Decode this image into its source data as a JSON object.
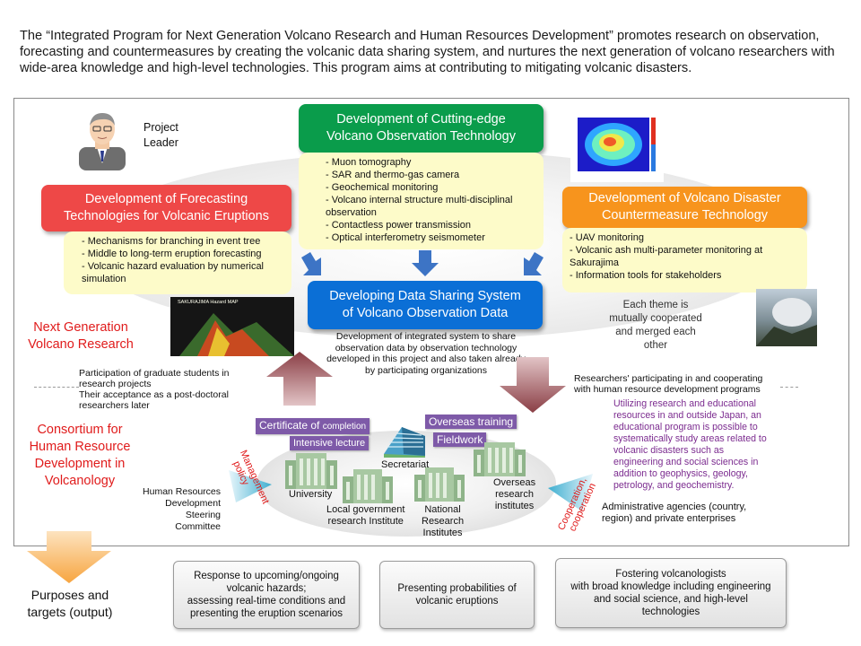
{
  "intro": "The “Integrated Program for Next Generation Volcano Research and Human Resources Development” promotes research on observation, forecasting and countermeasures by creating the volcanic data sharing system, and nurtures the next generation of volcano researchers with wide-area knowledge and high-level technologies. This program aims at contributing to mitigating volcanic disasters.",
  "project_leader": [
    "Project",
    "Leader"
  ],
  "themes": {
    "observation": {
      "title": [
        "Development of Cutting-edge",
        "Volcano Observation Technology"
      ],
      "items": [
        "- Muon tomography",
        "- SAR and thermo-gas camera",
        "- Geochemical monitoring",
        "- Volcano internal structure multi-disciplinal",
        "observation",
        "- Contactless power transmission",
        "- Optical interferometry seismometer"
      ]
    },
    "forecasting": {
      "title": [
        "Development of Forecasting",
        "Technologies for Volcanic Eruptions"
      ],
      "items": [
        "- Mechanisms for branching in event tree",
        "- Middle to long-term eruption forecasting",
        "- Volcanic hazard evaluation by numerical",
        "simulation"
      ]
    },
    "countermeasure": {
      "title": [
        "Development of Volcano Disaster",
        "Countermeasure Technology"
      ],
      "items": [
        "- UAV monitoring",
        "- Volcanic ash multi-parameter monitoring at",
        "Sakurajima",
        "- Information tools for stakeholders"
      ]
    },
    "data_sharing": {
      "title": [
        "Developing Data Sharing System",
        "of Volcano Observation Data"
      ],
      "desc": [
        "Development of integrated system to share",
        "observation data by observation technology",
        "developed in this project and also taken already",
        "by participating organizations"
      ]
    }
  },
  "cooperation_note": [
    "Each theme is",
    "mutually cooperated",
    "and merged each",
    "other"
  ],
  "next_gen_label": [
    "Next Generation",
    "Volcano Research"
  ],
  "consortium_label": [
    "Consortium for",
    "Human Resource",
    "Development in",
    "Volcanology"
  ],
  "participation_left": [
    "Participation of graduate students in",
    "research projects",
    "Their acceptance as a post-doctoral",
    "researchers later"
  ],
  "participation_right": [
    "Researchers' participating in and cooperating",
    "with human resource development programs"
  ],
  "purple_note": [
    "Utilizing research and educational",
    "resources in and outside Japan, an",
    "educational program is possible to",
    "systematically study areas related to",
    "volcanic disasters such as",
    "engineering and social sciences in",
    "addition to geophysics, geology,",
    "petrology, and geochemistry."
  ],
  "tags": {
    "certificate_main": "Certificate of",
    "certificate_small": "completion",
    "intensive": "Intensive lecture",
    "overseas_training": "Overseas training",
    "fieldwork": "Fieldwork"
  },
  "institutions": {
    "university": "University",
    "local_gov": [
      "Local government",
      "research Institute"
    ],
    "secretariat": "Secretariat",
    "national": [
      "National",
      "Research",
      "Institutes"
    ],
    "overseas": [
      "Overseas",
      "research",
      "institutes"
    ]
  },
  "management_policy": [
    "Management",
    "policy"
  ],
  "cooperation_label": [
    "Cooperation,",
    "cooperation"
  ],
  "steering": [
    "Human Resources",
    "Development",
    "Steering",
    "Committee"
  ],
  "admin": [
    "Administrative agencies (country,",
    "region) and private enterprises"
  ],
  "outputs": {
    "label": [
      "Purposes and",
      "targets (output)"
    ],
    "box1": [
      "Response to upcoming/ongoing",
      "volcanic hazards;",
      "assessing real-time conditions and",
      "presenting the eruption scenarios"
    ],
    "box2": [
      "Presenting probabilities of",
      "volcanic eruptions"
    ],
    "box3": [
      "Fostering volcanologists",
      "with broad knowledge including engineering",
      "and social science, and high-level",
      "technologies"
    ]
  },
  "hazard_map_title": "SAKURAJIMA Hazard MAP",
  "colors": {
    "green": "#0a9c4b",
    "red": "#ee4847",
    "orange": "#f7941d",
    "blue": "#0b6fd6",
    "note_bg": "#fdfbc9",
    "purple": "#7e5aa8",
    "arrow_blue": "#3d74c5",
    "arrow_maroon": "#a15a5f"
  }
}
